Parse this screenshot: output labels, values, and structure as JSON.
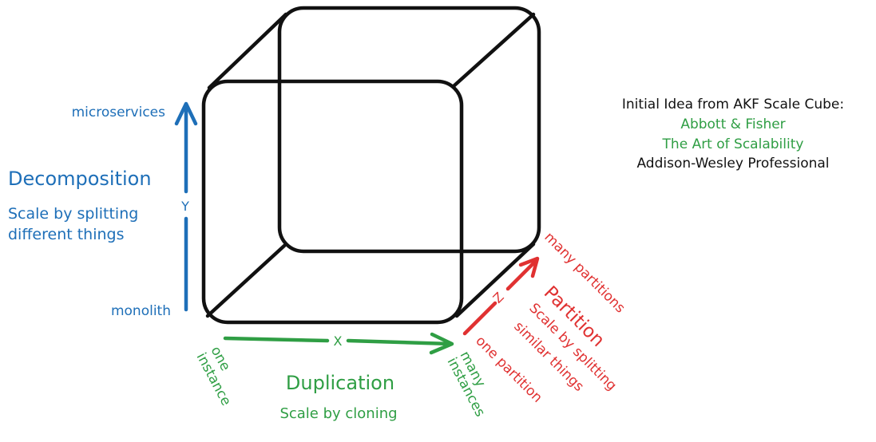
{
  "colors": {
    "blue": "#1e6fb8",
    "green": "#2f9e44",
    "red": "#e03131",
    "black": "#111111"
  },
  "y_axis": {
    "top_label": "microservices",
    "bottom_label": "monolith",
    "axis_letter": "Y",
    "title": "Decomposition",
    "desc_line1": "Scale by splitting",
    "desc_line2": "different things"
  },
  "x_axis": {
    "axis_letter": "X",
    "left_label_line1": "one",
    "left_label_line2": "instance",
    "right_label_line1": "many",
    "right_label_line2": "instances",
    "title": "Duplication",
    "desc": "Scale by cloning"
  },
  "z_axis": {
    "axis_letter": "Z",
    "top_label": "many partitions",
    "bottom_label": "one partition",
    "title": "Partition",
    "desc_line1": "Scale by splitting",
    "desc_line2": "similar things"
  },
  "credits": {
    "line1": "Initial Idea from AKF Scale Cube:",
    "line2": "Abbott & Fisher",
    "line3": "The Art of Scalability",
    "line4": "Addison-Wesley Professional"
  }
}
